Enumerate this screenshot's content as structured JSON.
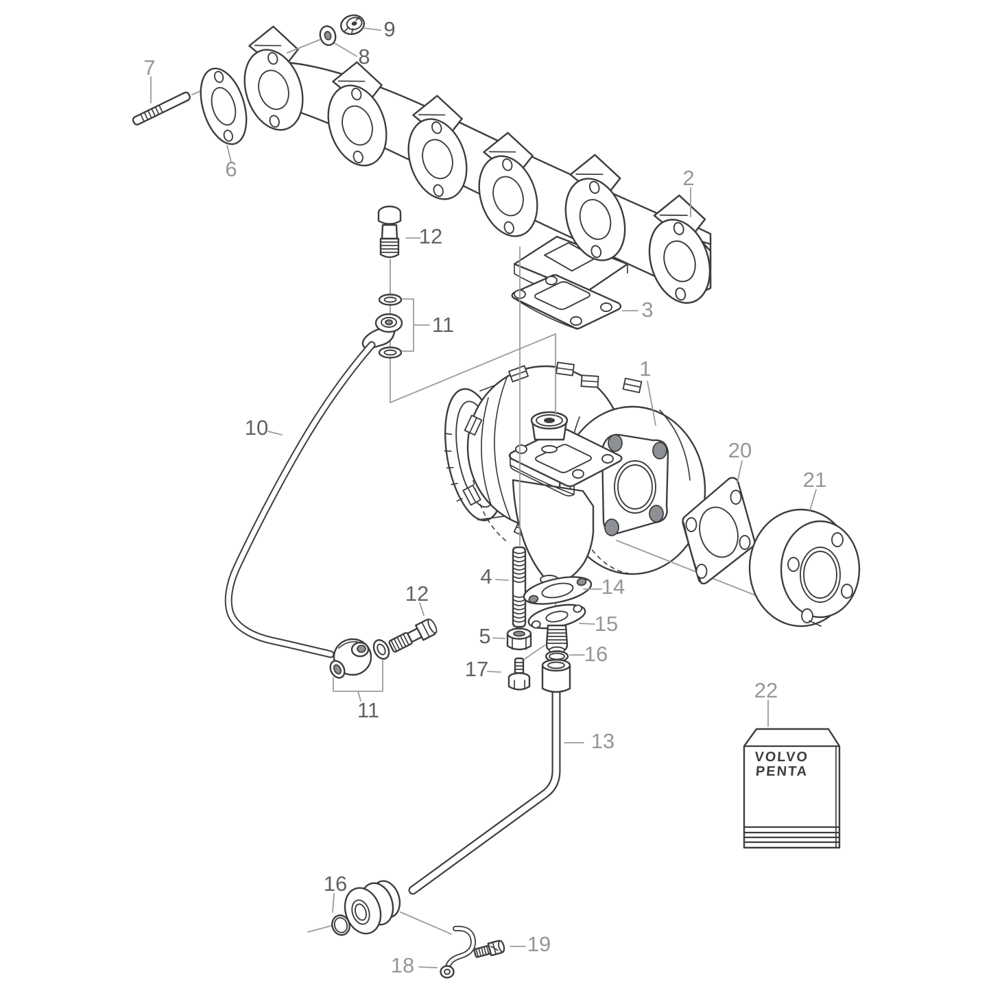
{
  "diagram": {
    "kind": "exploded-parts-line-drawing",
    "colors": {
      "background": "#ffffff",
      "line": "#3d3d3d",
      "leader": "#9b9b9b",
      "label_light": "#93969a",
      "label_dark": "#5e6266",
      "hole_hatch": "#8d9094"
    }
  },
  "brand_box": {
    "line1": "VOLVO",
    "line2": "PENTA"
  },
  "callouts": {
    "1": "1",
    "2": "2",
    "3": "3",
    "4": "4",
    "5": "5",
    "6": "6",
    "7": "7",
    "8": "8",
    "9": "9",
    "10": "10",
    "11": "11",
    "12": "12",
    "13": "13",
    "14": "14",
    "15": "15",
    "16": "16",
    "17": "17",
    "18": "18",
    "19": "19",
    "20": "20",
    "21": "21",
    "22": "22"
  }
}
